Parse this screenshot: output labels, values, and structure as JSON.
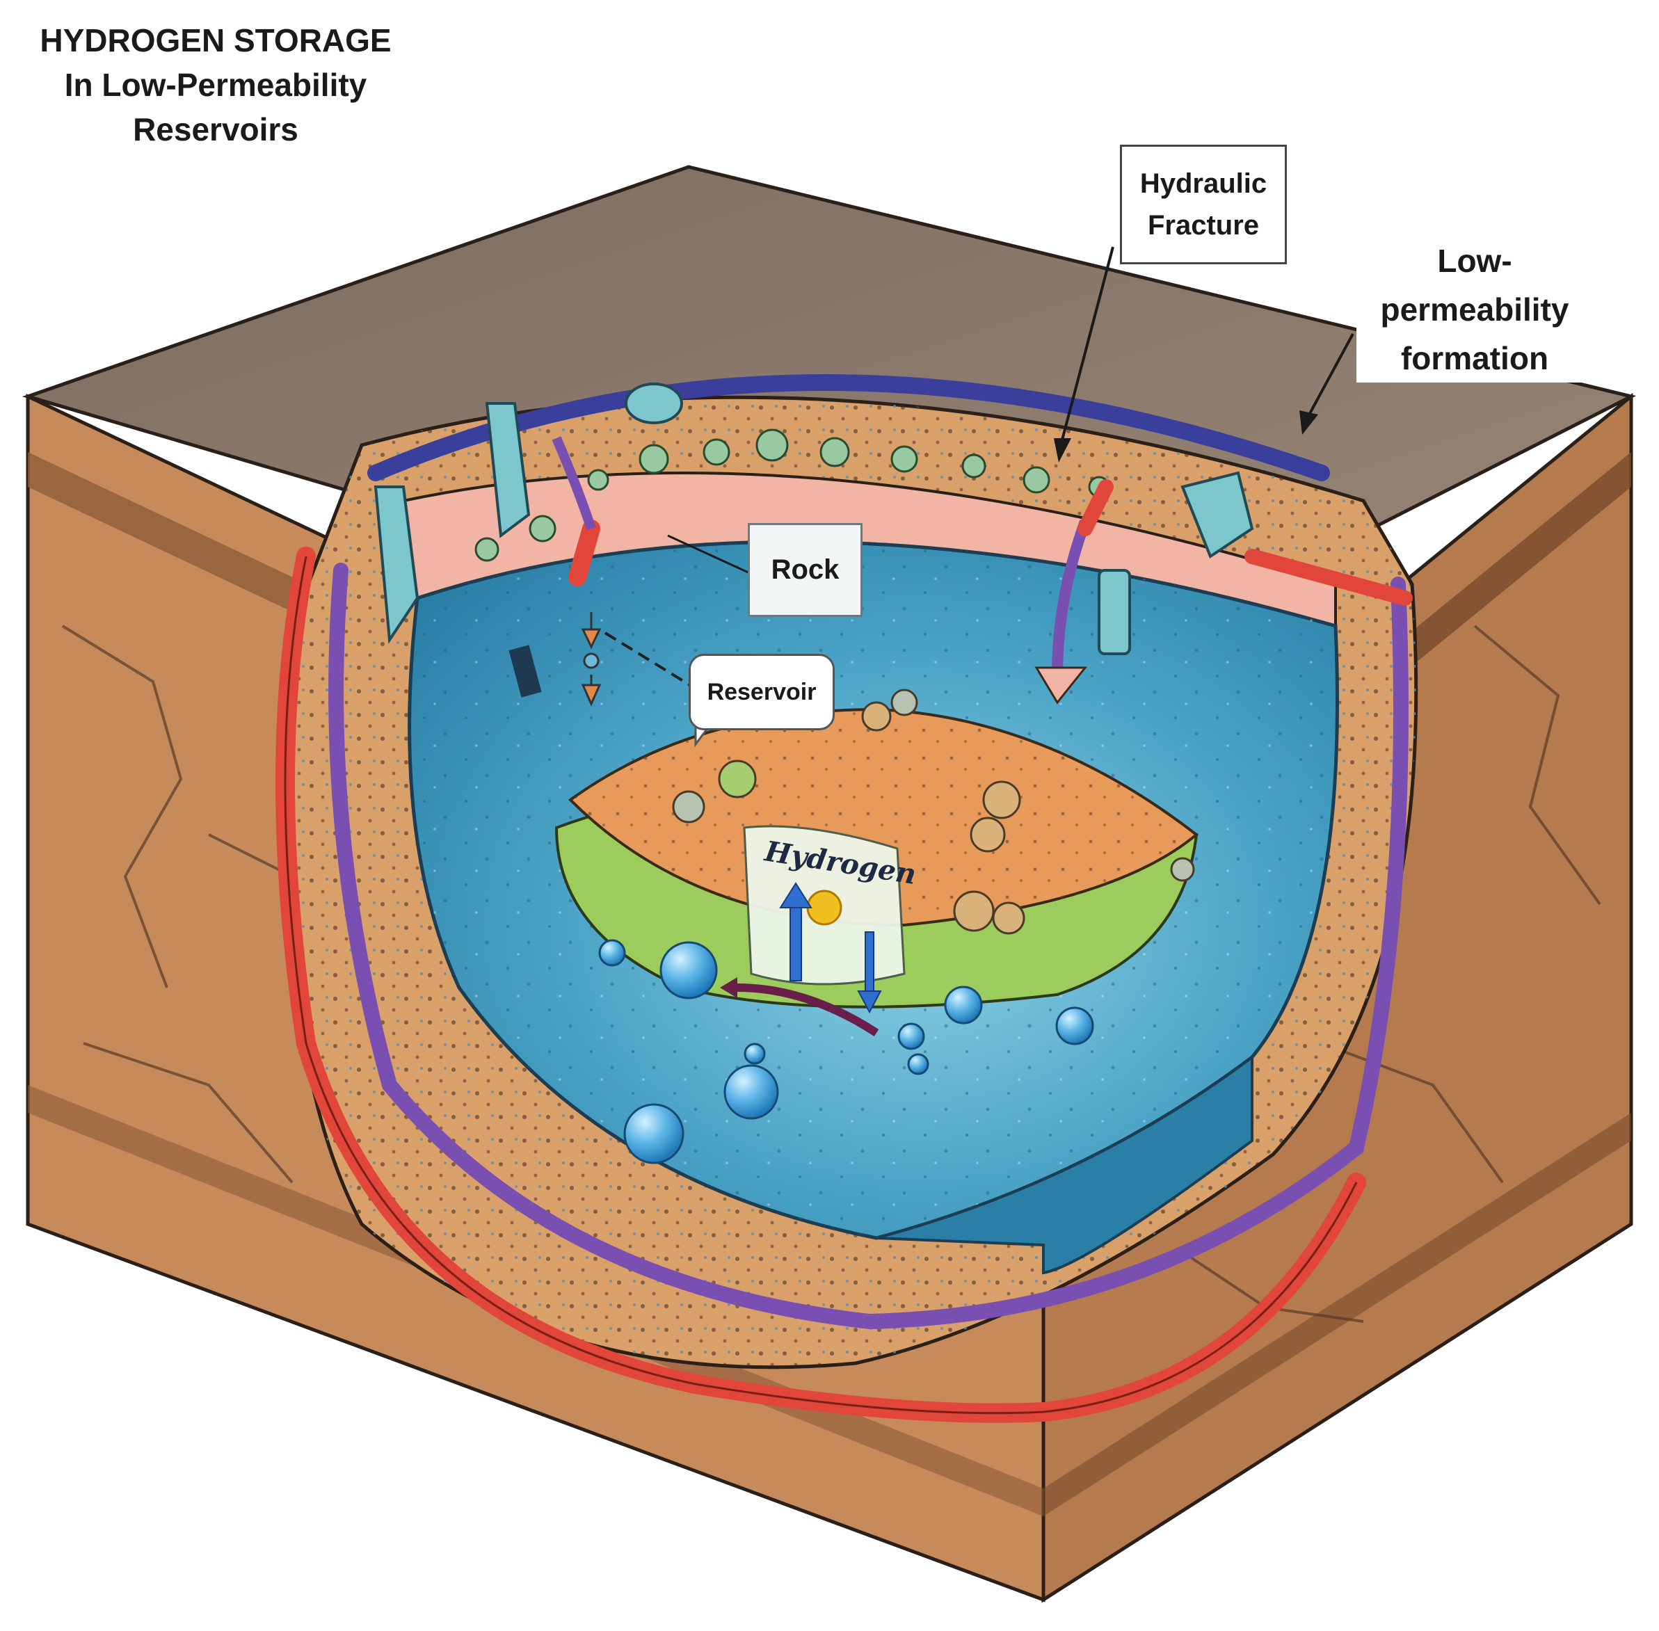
{
  "title": {
    "line1": "HYDROGEN STORAGE",
    "line2": "In Low-Permeability",
    "line3": "Reservoirs"
  },
  "labels": {
    "hydraulic_fracture": {
      "line1": "Hydraulic",
      "line2": "Fracture"
    },
    "low_permeability": {
      "line1": "Low-",
      "line2": "permeability",
      "line3": "formation"
    },
    "rock": "Rock",
    "reservoir": "Reservoir",
    "hydrogen": "Hydrogen"
  },
  "colors": {
    "surface": "#8a786a",
    "earth_side": "#c98d5e",
    "earth_front": "#b87a4f",
    "water": "#3d93b9",
    "water_light": "#6fbad6",
    "pink_layer": "#f1b3a4",
    "core_orange": "#e79a5a",
    "core_green": "#9ccc5c",
    "pipe_red": "#e2453a",
    "pipe_purple": "#7a4fb2",
    "pipe_blue": "#3a3f9c",
    "pipe_teal": "#7cc6cd"
  },
  "icons": [
    "down-arrow-icon",
    "up-arrow-icon",
    "bubble-icon",
    "pipe-icon"
  ]
}
